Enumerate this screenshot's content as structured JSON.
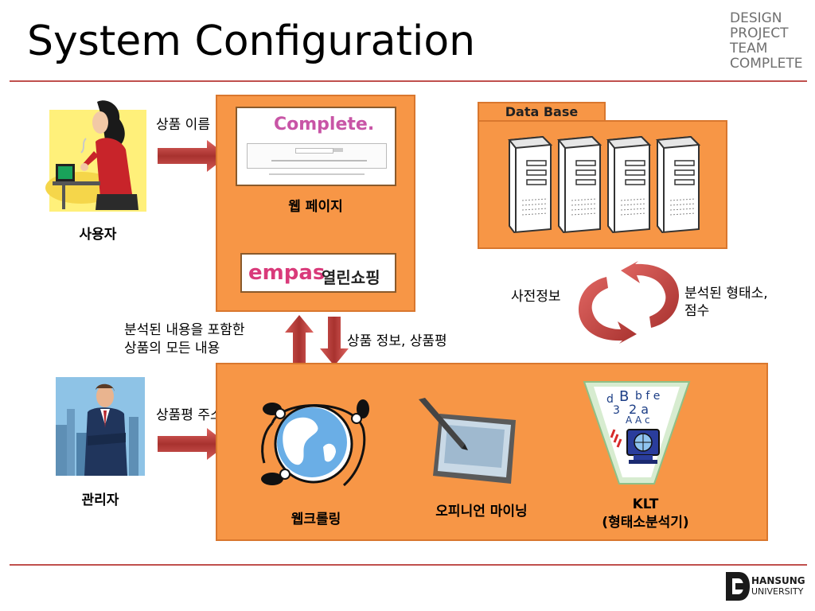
{
  "title": "System Configuration",
  "brand": {
    "line1": "DESIGN",
    "line2": "PROJECT",
    "line3": "TEAM",
    "line4": "COMPLETE"
  },
  "user": {
    "label": "사용자",
    "arrow_label": "상품 이름"
  },
  "admin": {
    "label": "관리자",
    "arrow_label": "상품평 주소"
  },
  "web_panel": {
    "site_logo": "Complete.",
    "caption": "웹 페이지",
    "empas_logo": "empas",
    "empas_text": "열린쇼핑"
  },
  "database": {
    "tab_label": "Data Base"
  },
  "cycle": {
    "left_label": "사전정보",
    "right_label_1": "분석된 형태소,",
    "right_label_2": "점수"
  },
  "flow": {
    "up_label_1": "분석된 내용을 포함한",
    "up_label_2": "상품의 모든 내용",
    "down_label": "상품 정보, 상품평"
  },
  "process_panel": {
    "crawler": "웹크롤링",
    "mining": "오피니언 마이닝",
    "klt_1": "KLT",
    "klt_2": "(형태소분석기)"
  },
  "footer_logo": {
    "line1": "HANSUNG",
    "line2": "UNIVERSITY"
  },
  "colors": {
    "accent": "#c0504d",
    "panel": "#f79646",
    "arrow": "#b83a36"
  }
}
